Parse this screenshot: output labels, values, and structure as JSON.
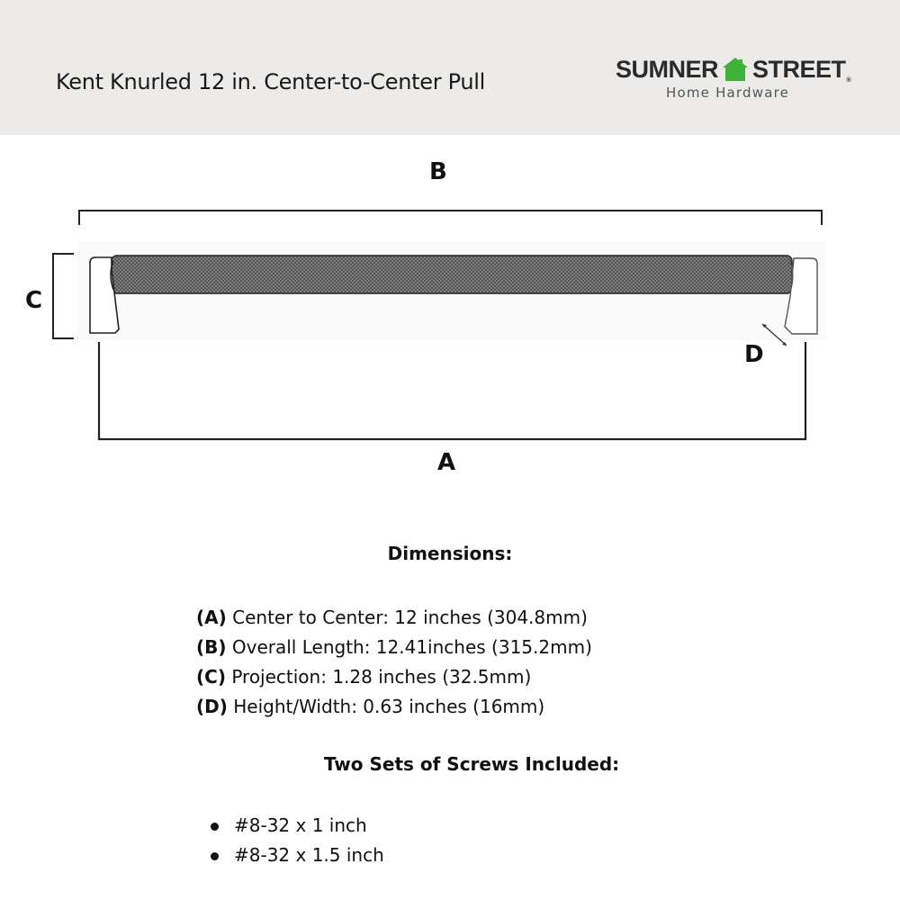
{
  "header": {
    "title": "Kent Knurled 12 in. Center-to-Center Pull",
    "background": "#ecebe9"
  },
  "logo": {
    "brand_left": "SUMNER",
    "brand_right": "STREET",
    "registered_mark": "®",
    "subtitle": "Home Hardware",
    "icon": "house-icon",
    "accent_color": "#3db33a"
  },
  "diagram": {
    "labels": {
      "a": "A",
      "b": "B",
      "c": "C",
      "d": "D"
    }
  },
  "dimensions": {
    "heading": "Dimensions:",
    "items": [
      {
        "key": "(A)",
        "text": " Center to Center: 12 inches (304.8mm)"
      },
      {
        "key": "(B)",
        "text": " Overall Length: 12.41inches (315.2mm)"
      },
      {
        "key": "(C)",
        "text": " Projection: 1.28 inches (32.5mm)"
      },
      {
        "key": "(D)",
        "text": " Height/Width: 0.63 inches (16mm)"
      }
    ]
  },
  "screws": {
    "heading": "Two Sets of Screws Included:",
    "items": [
      "#8-32 x 1 inch",
      "#8-32 x 1.5 inch"
    ]
  }
}
